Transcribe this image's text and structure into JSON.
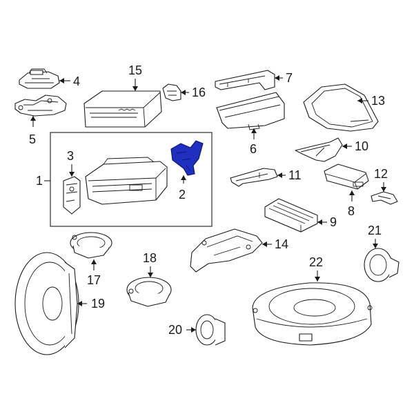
{
  "diagram": {
    "highlight_color": "#1f2fbf",
    "callouts": [
      {
        "id": "1",
        "label": "1"
      },
      {
        "id": "2",
        "label": "2"
      },
      {
        "id": "3",
        "label": "3"
      },
      {
        "id": "4",
        "label": "4"
      },
      {
        "id": "5",
        "label": "5"
      },
      {
        "id": "6",
        "label": "6"
      },
      {
        "id": "7",
        "label": "7"
      },
      {
        "id": "8",
        "label": "8"
      },
      {
        "id": "9",
        "label": "9"
      },
      {
        "id": "10",
        "label": "10"
      },
      {
        "id": "11",
        "label": "11"
      },
      {
        "id": "12",
        "label": "12"
      },
      {
        "id": "13",
        "label": "13"
      },
      {
        "id": "14",
        "label": "14"
      },
      {
        "id": "15",
        "label": "15"
      },
      {
        "id": "16",
        "label": "16"
      },
      {
        "id": "17",
        "label": "17"
      },
      {
        "id": "18",
        "label": "18"
      },
      {
        "id": "19",
        "label": "19"
      },
      {
        "id": "20",
        "label": "20"
      },
      {
        "id": "21",
        "label": "21"
      },
      {
        "id": "22",
        "label": "22"
      }
    ]
  }
}
